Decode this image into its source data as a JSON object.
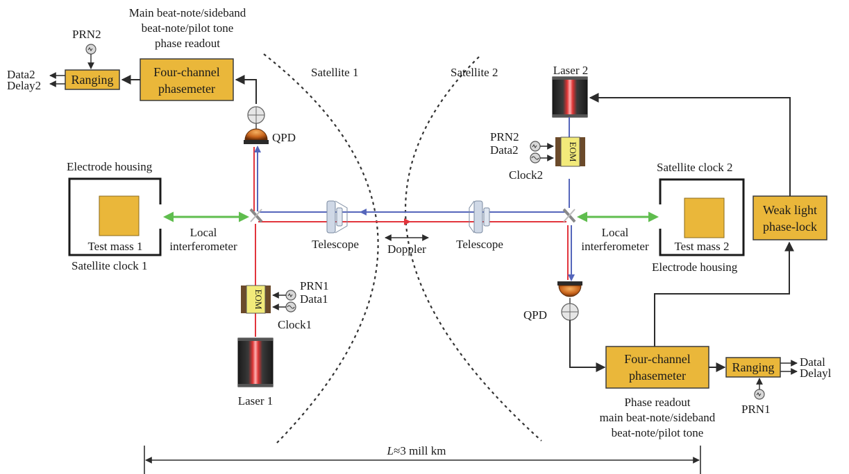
{
  "labels": {
    "phase_readout_1": [
      "Main beat-note/sideband",
      "beat-note/pilot tone",
      "phase readout"
    ],
    "phase_readout_2": [
      "Phase readout",
      "main beat-note/sideband",
      "beat-note/pilot tone"
    ],
    "four_channel": [
      "Four-channel",
      "phasemeter"
    ],
    "weak_light": [
      "Weak light",
      "phase-lock"
    ],
    "ranging": "Ranging",
    "prn1": "PRN1",
    "prn2": "PRN2",
    "data1": "Data1",
    "data2": "Data2",
    "delay2": "Delay2",
    "data1_out": "Datal",
    "delay1_out": "Delayl",
    "clock1": "Clock1",
    "clock2": "Clock2",
    "satellite1": "Satellite 1",
    "satellite2": "Satellite 2",
    "laser1": "Laser 1",
    "laser2": "Laser 2",
    "qpd": "QPD",
    "eom": "EOM",
    "electrode_housing": "Electrode housing",
    "satellite_clock_1": "Satellite clock 1",
    "satellite_clock_2": "Satellite clock 2",
    "test_mass_1": "Test mass 1",
    "test_mass_2": "Test mass 2",
    "local_interferometer": [
      "Local",
      "interferometer"
    ],
    "telescope": "Telescope",
    "doppler": "Doppler",
    "arm_length_var": "L",
    "arm_length_rest": "≈3 mill km"
  },
  "colors": {
    "box_fill": "#eab73a",
    "red_beam": "#e2343c",
    "blue_beam": "#5566bb",
    "green_link": "#5fbd4e"
  }
}
